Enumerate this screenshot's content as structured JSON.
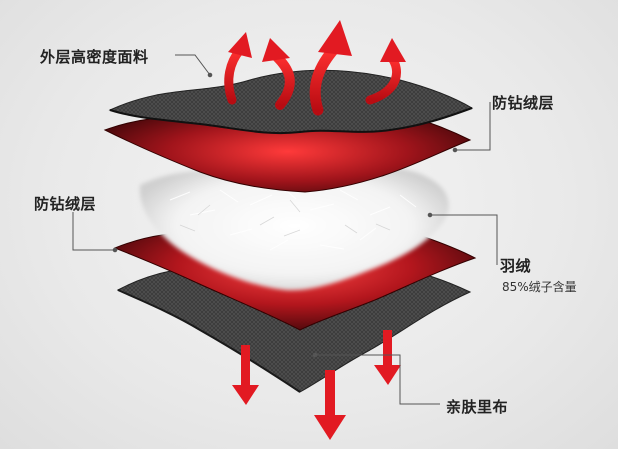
{
  "labels": {
    "outer_fabric": "外层高密度面料",
    "anti_down_top": "防钻绒层",
    "anti_down_left": "防钻绒层",
    "down": "羽绒",
    "down_content": "85%绒子含量",
    "lining": "亲肤里布"
  },
  "icons": {
    "up_arrows": "curved-up-arrow",
    "down_arrows": "down-arrow"
  },
  "colors": {
    "accent_red": "#d6111b",
    "fabric_dark": "#3a3a3a",
    "membrane_red": "#7a0d12",
    "down_white": "#ffffff",
    "leader_line": "#555555"
  }
}
